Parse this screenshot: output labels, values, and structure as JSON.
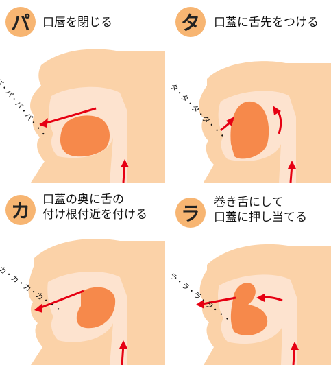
{
  "panels": [
    {
      "badge": "パ",
      "caption_lines": [
        "口唇を閉じる"
      ],
      "sound": "パ・パ・パ・パ・・・"
    },
    {
      "badge": "タ",
      "caption_lines": [
        "口蓋に舌先をつける"
      ],
      "sound": "タ・タ・タ・タ・・・"
    },
    {
      "badge": "カ",
      "caption_lines": [
        "口蓋の奥に舌の",
        "付け根付近を付ける"
      ],
      "sound": "カ・カ・カ・カ・・・"
    },
    {
      "badge": "ラ",
      "caption_lines": [
        "巻き舌にして",
        "口蓋に押し当てる"
      ],
      "sound": "ラ・ラ・ラ・ラ・・・"
    }
  ],
  "colors": {
    "badge": "#f7b572",
    "skin": "#fbd2a8",
    "inner": "#fde3cf",
    "tongue": "#f6894b",
    "arrow": "#e60012"
  }
}
